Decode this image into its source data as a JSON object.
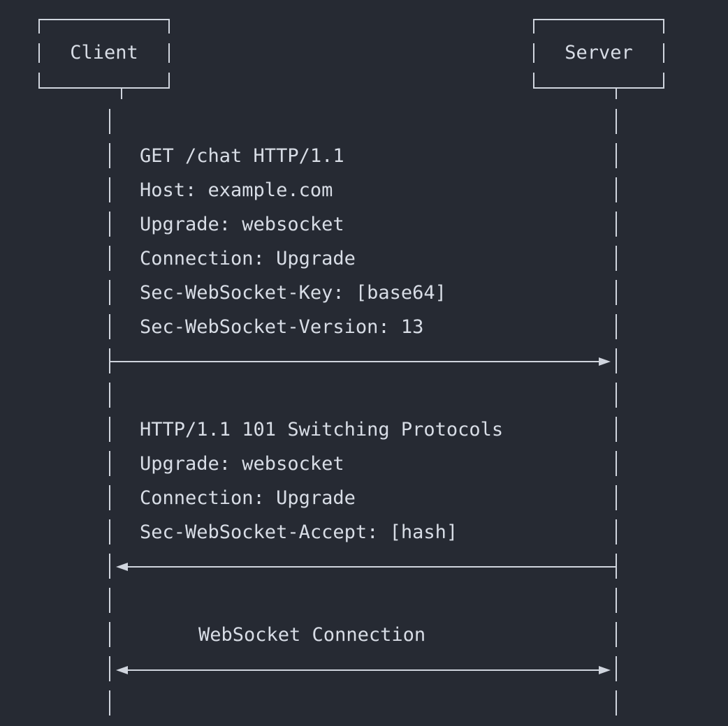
{
  "participants": {
    "client": "Client",
    "server": "Server"
  },
  "messages": [
    {
      "id": "handshake-request",
      "direction": "client-to-server",
      "lines": [
        "GET /chat HTTP/1.1",
        "Host: example.com",
        "Upgrade: websocket",
        "Connection: Upgrade",
        "Sec-WebSocket-Key: [base64]",
        "Sec-WebSocket-Version: 13"
      ]
    },
    {
      "id": "handshake-response",
      "direction": "server-to-client",
      "lines": [
        "HTTP/1.1 101 Switching Protocols",
        "Upgrade: websocket",
        "Connection: Upgrade",
        "Sec-WebSocket-Accept: [hash]"
      ]
    },
    {
      "id": "websocket-connection",
      "direction": "bidirectional",
      "lines": [
        "WebSocket Connection"
      ]
    }
  ],
  "colors": {
    "background": "#262a33",
    "foreground": "#d8dde6",
    "lines": "#d0d5de"
  }
}
